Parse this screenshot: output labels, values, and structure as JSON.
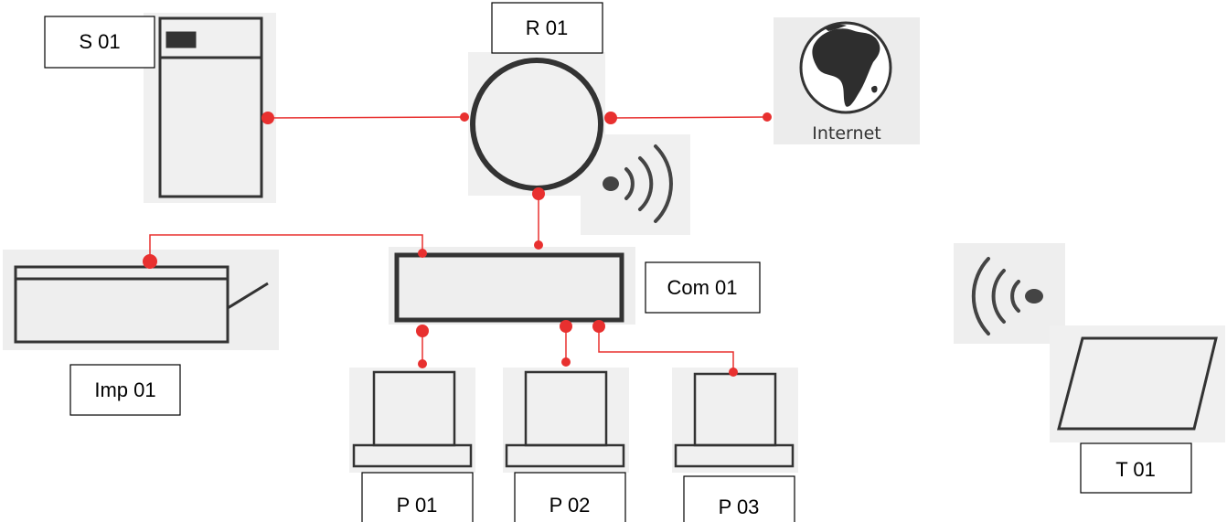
{
  "labels": {
    "server": "S 01",
    "router": "R 01",
    "switch": "Com 01",
    "printer": "Imp 01",
    "pc1": "P 01",
    "pc2": "P 02",
    "pc3": "P 03",
    "tablet": "T 01"
  },
  "internet": {
    "text": "Internet"
  },
  "colors": {
    "link": "#e8302f",
    "outline": "#333333",
    "scan_bg": "#f1f1f1"
  },
  "icons": [
    "server-icon",
    "router-icon",
    "wifi-icon",
    "globe-icon",
    "switch-icon",
    "printer-icon",
    "monitor-icon",
    "tablet-icon"
  ]
}
